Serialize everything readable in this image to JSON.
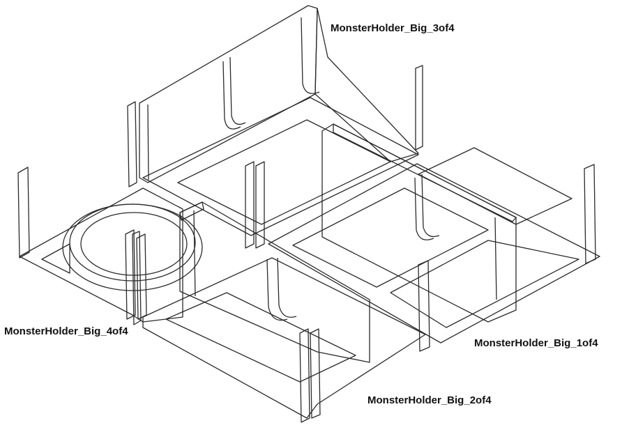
{
  "parts": [
    {
      "id": "part-3",
      "label": "MonsterHolder_Big_3of4",
      "color": "#E8BE5E",
      "shade": "#C99E3E"
    },
    {
      "id": "part-4",
      "label": "MonsterHolder_Big_4of4",
      "color": "#5DCDC2",
      "shade": "#3FAEA4"
    },
    {
      "id": "part-1",
      "label": "MonsterHolder_Big_1of4",
      "color": "#4FBED3",
      "shade": "#339FB4"
    },
    {
      "id": "part-2",
      "label": "MonsterHolder_Big_2of4",
      "color": "#EE9E98",
      "shade": "#D07F79"
    }
  ]
}
